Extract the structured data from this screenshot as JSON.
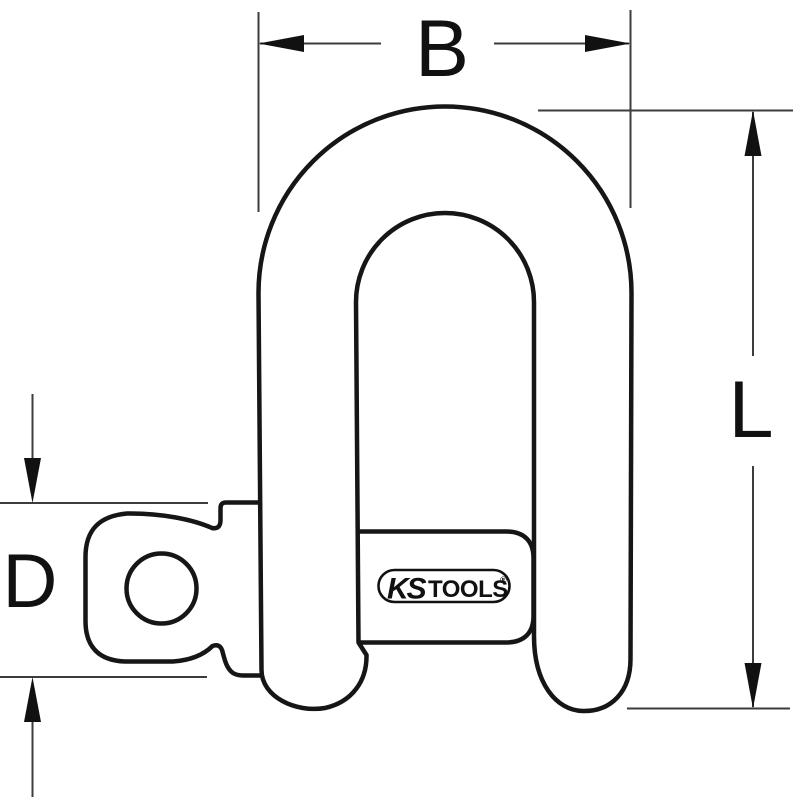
{
  "diagram": {
    "type": "technical-drawing",
    "subject": "d-shackle-with-screw-pin-side-view",
    "dimension_labels": {
      "width": "B",
      "length": "L",
      "pin_diameter": "D"
    },
    "logo": {
      "brand": "KS",
      "suffix": "TOOLS",
      "registered_mark": "®"
    },
    "colors": {
      "background": "#ffffff",
      "outline": "#161616",
      "dimension_lines": "#3c3c3c",
      "label_text": "#111111"
    }
  }
}
